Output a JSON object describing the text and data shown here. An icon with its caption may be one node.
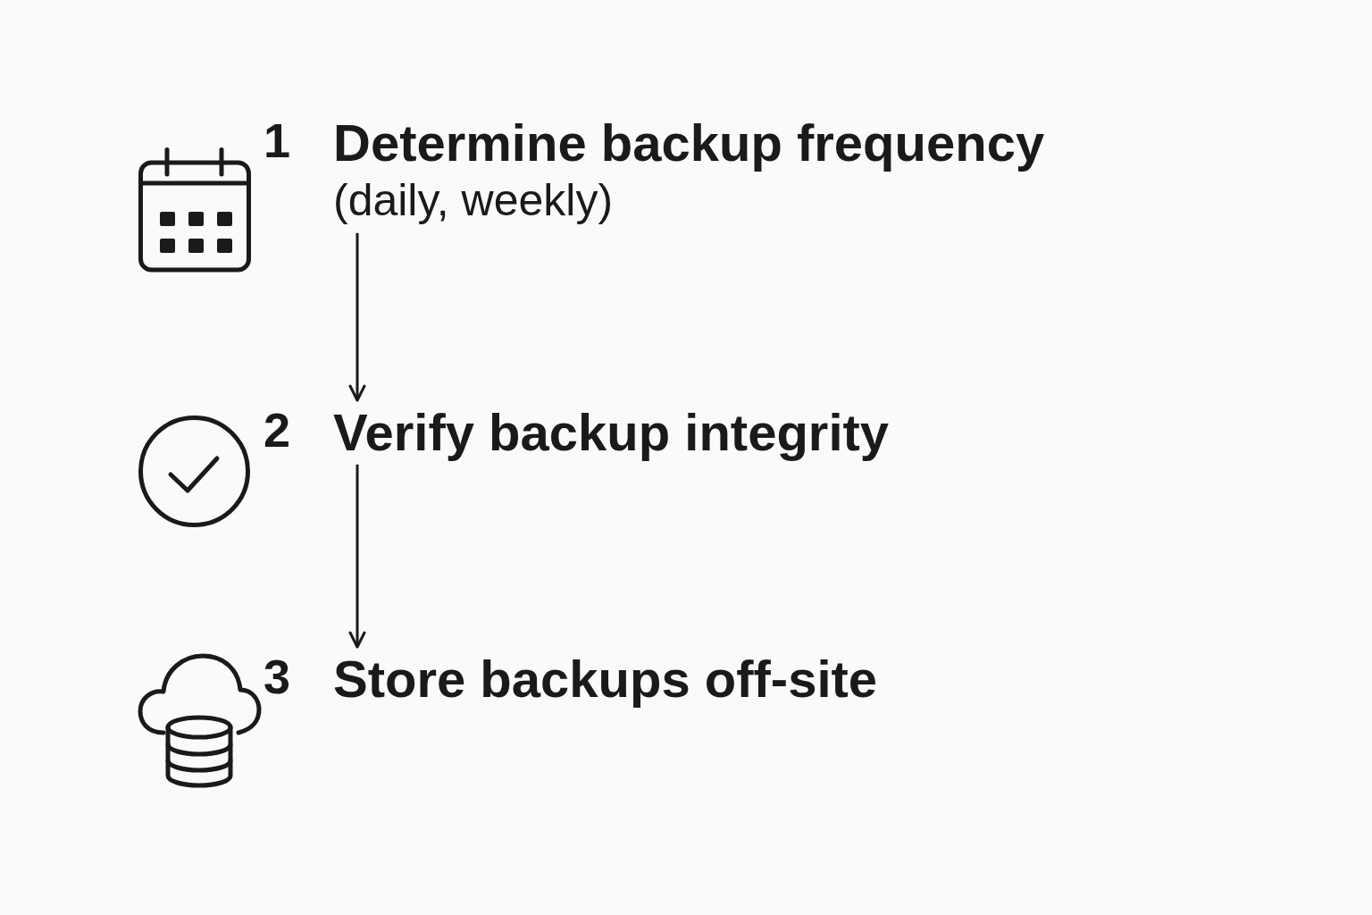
{
  "diagram": {
    "nodes": [
      {
        "text": [
          "1",
          "Determine backup frequency",
          "(daily, weekly)"
        ]
      },
      {
        "text": [
          "2",
          "Verify backup integrity"
        ]
      },
      {
        "text": [
          "3",
          "Store backups off-site"
        ]
      }
    ],
    "edges": [
      {
        "from": 0,
        "to": 1,
        "arrow": "to"
      },
      {
        "from": 1,
        "to": 2,
        "arrow": "to"
      }
    ]
  }
}
